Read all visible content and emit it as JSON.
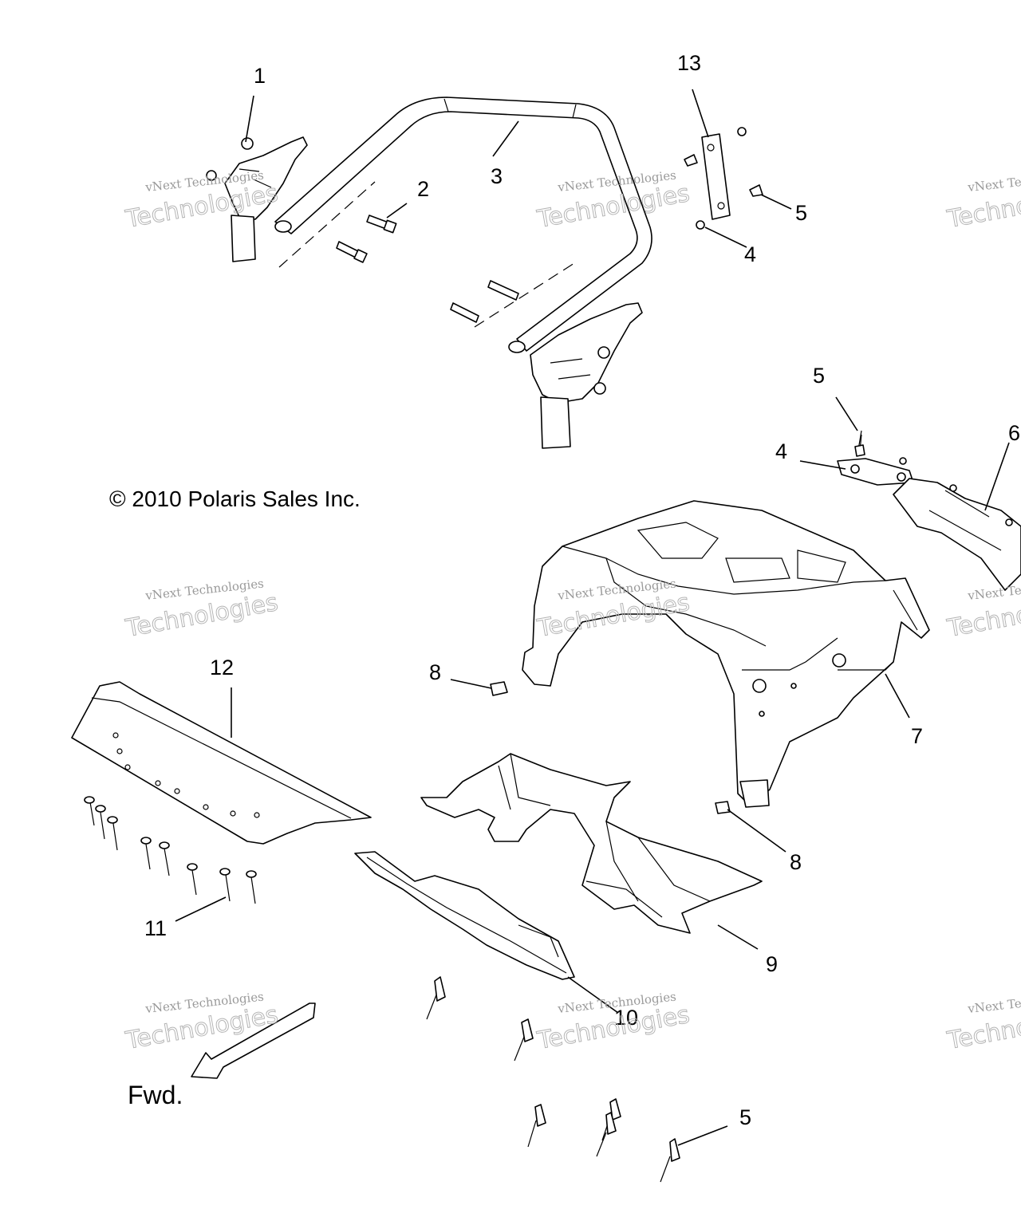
{
  "copyright": "© 2010 Polaris Sales Inc.",
  "direction_label": "Fwd.",
  "watermark": {
    "line1": "vNext Technologies",
    "line2": "Technologies",
    "line3": "vNext"
  },
  "callouts": [
    {
      "id": "c1",
      "label": "1"
    },
    {
      "id": "c2",
      "label": "2"
    },
    {
      "id": "c3",
      "label": "3"
    },
    {
      "id": "c13",
      "label": "13"
    },
    {
      "id": "c5a",
      "label": "5"
    },
    {
      "id": "c4a",
      "label": "4"
    },
    {
      "id": "c5b",
      "label": "5"
    },
    {
      "id": "c4b",
      "label": "4"
    },
    {
      "id": "c6",
      "label": "6"
    },
    {
      "id": "c7",
      "label": "7"
    },
    {
      "id": "c8a",
      "label": "8"
    },
    {
      "id": "c8b",
      "label": "8"
    },
    {
      "id": "c12",
      "label": "12"
    },
    {
      "id": "c11",
      "label": "11"
    },
    {
      "id": "c9",
      "label": "9"
    },
    {
      "id": "c10",
      "label": "10"
    },
    {
      "id": "c5c",
      "label": "5"
    }
  ]
}
